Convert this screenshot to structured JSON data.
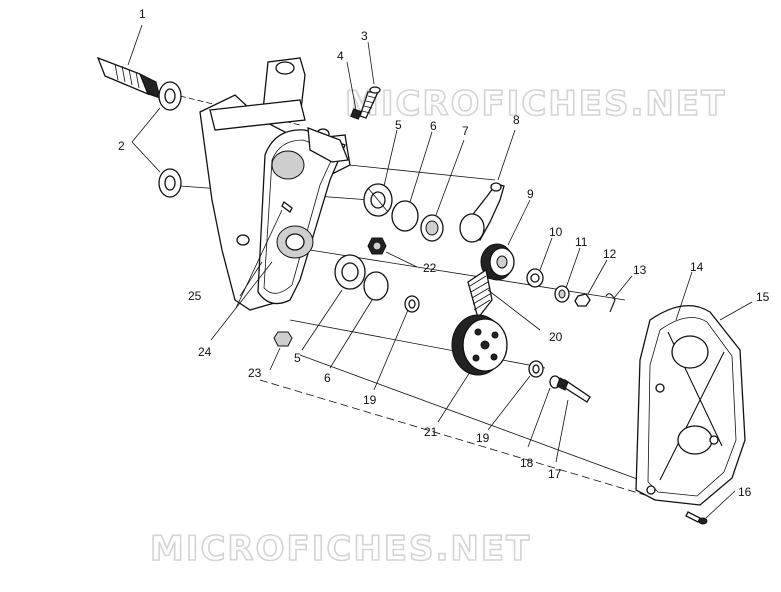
{
  "watermark": {
    "text": "MICROFICHES.NET",
    "color": "#d4d4d4"
  },
  "callouts": {
    "c1": "1",
    "c2": "2",
    "c3": "3",
    "c4": "4",
    "c5a": "5",
    "c5b": "5",
    "c6a": "6",
    "c6b": "6",
    "c7": "7",
    "c8": "8",
    "c9": "9",
    "c10": "10",
    "c11": "11",
    "c12": "12",
    "c13": "13",
    "c14": "14",
    "c15": "15",
    "c16": "16",
    "c17": "17",
    "c18": "18",
    "c19a": "19",
    "c19b": "19",
    "c20": "20",
    "c21": "21",
    "c22": "22",
    "c23": "23",
    "c24": "24",
    "c25": "25"
  }
}
